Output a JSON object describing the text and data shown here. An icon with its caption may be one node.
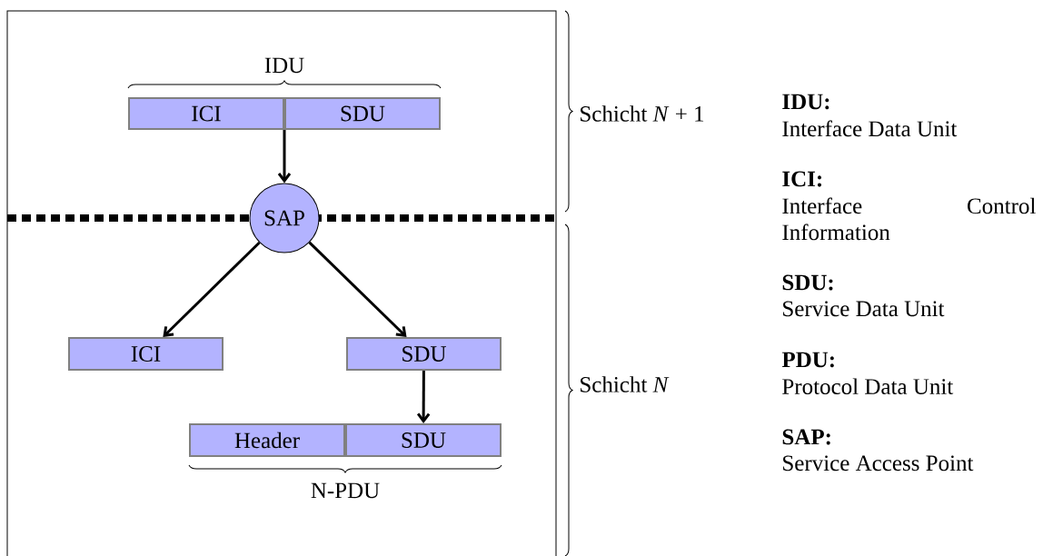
{
  "diagram": {
    "nodes": [
      {
        "text": [
          "ICI"
        ]
      },
      {
        "text": [
          "SDU"
        ]
      },
      {
        "text": [
          "SAP"
        ]
      },
      {
        "text": [
          "ICI"
        ]
      },
      {
        "text": [
          "SDU"
        ]
      },
      {
        "text": [
          "Header"
        ]
      },
      {
        "text": [
          "SDU"
        ]
      }
    ],
    "edges": [
      {
        "from": 1,
        "to": 2,
        "arrow": "to"
      },
      {
        "from": 2,
        "to": 3,
        "arrow": "to"
      },
      {
        "from": 2,
        "to": 4,
        "arrow": "to"
      },
      {
        "from": 4,
        "to": 6,
        "arrow": "to"
      }
    ],
    "labels": [
      "IDU",
      "N-PDU",
      "Schicht *N* + 1",
      "Schicht *N*",
      "IDU:",
      "Interface Data Unit",
      "ICI:",
      "Interface Control Information",
      "SDU:",
      "Service Data Unit",
      "PDU:",
      "Protocol Data Unit",
      "SAP:",
      "Service Access Point"
    ]
  }
}
